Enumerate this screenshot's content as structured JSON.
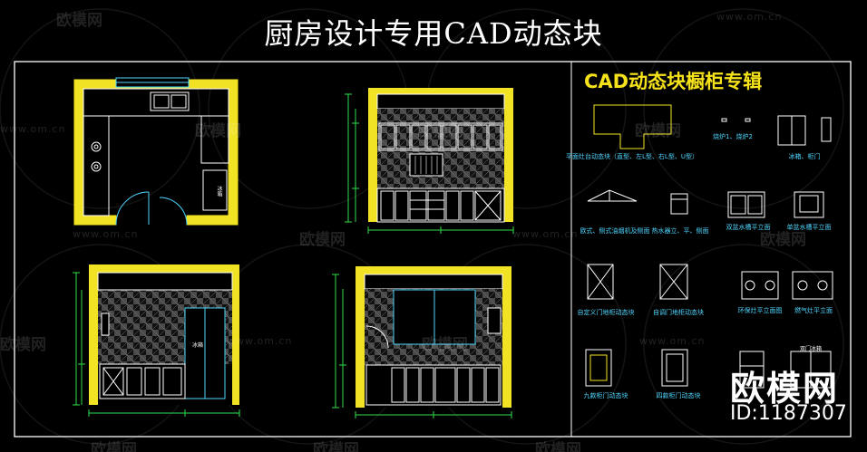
{
  "title": "厨房设计专用CAD动态块",
  "panel": {
    "title": "CAD动态块橱柜专辑",
    "labels": [
      "平面灶台动态块（直型、左L型、右L型、U型）",
      "烧炉1、烧炉2",
      "冰箱、柜门",
      "欧式、侧式油烟机及侧面",
      "热水器立、平、侧面",
      "双盆水槽平立面",
      "单盆水槽平立面",
      "自定义门地柜动态块",
      "自调门地柜动态块",
      "环保灶平立面图",
      "燃气灶平立面",
      "九款柜门动态块",
      "四款柜门动态块"
    ]
  },
  "watermark": {
    "logo": "欧模网",
    "url": "www.om.cn"
  },
  "brand": {
    "logo": "欧模网",
    "id": "ID:1187307"
  },
  "drawing_text": {
    "fridge_v": "冰箱",
    "fridge_h": "冰箱",
    "double_door": "双门冰箱"
  },
  "colors": {
    "wall": "#f2e224",
    "line": "#ffffff",
    "dim": "#2fe04a",
    "cyan": "#4fd6ff",
    "tile": "#777777",
    "frame": "#ffffff"
  }
}
